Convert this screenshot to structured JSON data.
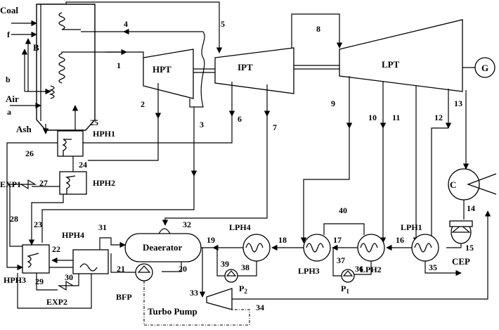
{
  "labels": {
    "coal": "Coal",
    "f": "f",
    "boiler": "B",
    "b": "b",
    "air": "Air",
    "a": "a",
    "ash": "Ash",
    "hpt": "HPT",
    "ipt": "IPT",
    "lpt": "LPT",
    "generator": "G",
    "condenser": "C",
    "cep": "CEP",
    "hph1": "HPH1",
    "hph2": "HPH2",
    "hph3": "HPH3",
    "hph4": "HPH4",
    "exp1": "EXP1",
    "exp2": "EXP2",
    "deaerator": "Deaerator",
    "bfp": "BFP",
    "turbo_pump": "Turbo Pump",
    "lph1": "LPH1",
    "lph2": "LPH2",
    "lph3": "LPH3",
    "lph4": "LPH4",
    "p1": "P",
    "p1_sub": "1",
    "p2": "P",
    "p2_sub": "2"
  },
  "streams": [
    "1",
    "2",
    "3",
    "4",
    "5",
    "6",
    "7",
    "8",
    "9",
    "10",
    "11",
    "12",
    "13",
    "14",
    "15",
    "16",
    "17",
    "18",
    "19",
    "20",
    "21",
    "22",
    "23",
    "24",
    "25",
    "26",
    "27",
    "28",
    "29",
    "30",
    "31",
    "32",
    "33",
    "34",
    "35",
    "36",
    "37",
    "38",
    "39",
    "40"
  ]
}
